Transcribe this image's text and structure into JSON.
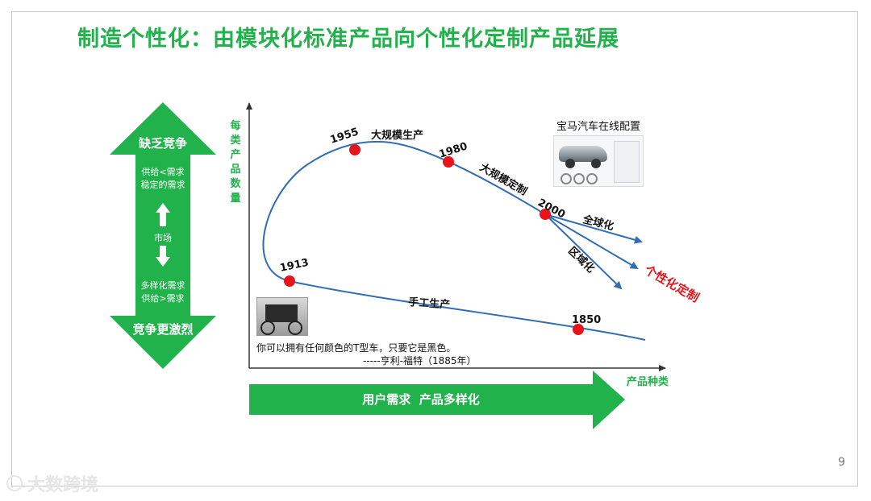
{
  "title": "制造个性化：由模块化标准产品向个性化定制产品延展",
  "page_number": "9",
  "watermark": "大数跨境",
  "left_arrow": {
    "top_label": "缺乏竞争",
    "top_sub1": "供给<需求",
    "top_sub2": "稳定的需求",
    "middle_label": "市场",
    "bottom_sub1": "多样化需求",
    "bottom_sub2": "供给>需求",
    "bottom_label": "竞争更激烈"
  },
  "axes": {
    "y_label_chars": [
      "每",
      "类",
      "产",
      "品",
      "数",
      "量"
    ],
    "x_label": "产品种类"
  },
  "bottom_arrow_label": "用户需求  产品多样化",
  "timeline_points": [
    {
      "year": "1850"
    },
    {
      "year": "1913"
    },
    {
      "year": "1955"
    },
    {
      "year": "1980"
    },
    {
      "year": "2000"
    }
  ],
  "phase_labels": {
    "handcraft": "手工生产",
    "mass_production": "大规模生产",
    "mass_customization": "大规模定制",
    "global": "全球化",
    "regional": "区域化",
    "personalized": "个性化定制"
  },
  "bmw_caption": "宝马汽车在线配置",
  "quote": {
    "text": "你可以拥有任何颜色的T型车，只要它是黑色。",
    "author": "-----亨利-福特（1885年）"
  },
  "colors": {
    "green": "#22b24c",
    "curve_blue": "#2f6db5",
    "point_red": "#e8141b",
    "highlight_red": "#e8141b"
  }
}
